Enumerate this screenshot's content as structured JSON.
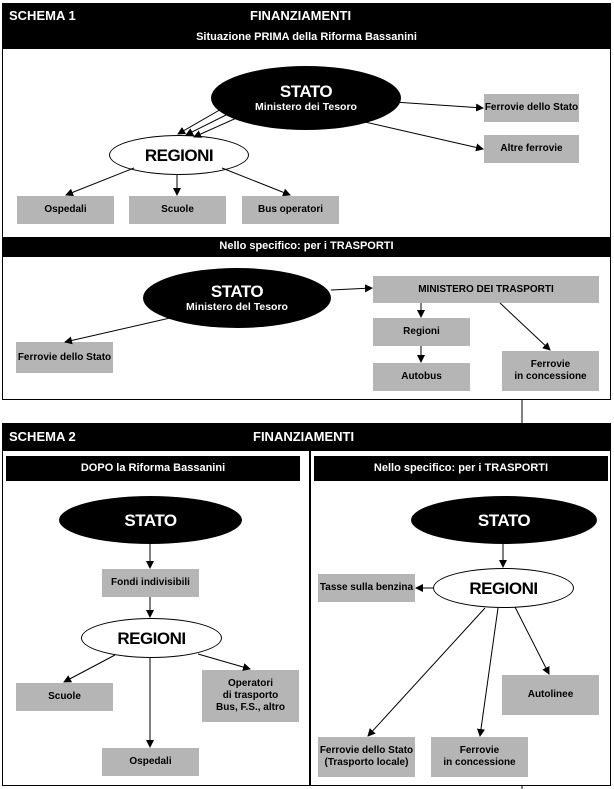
{
  "schema1": {
    "label": "SCHEMA 1",
    "title": "FINANZIAMENTI",
    "subtitle": "Situazione PRIMA della Riforma Bassanini",
    "stato": {
      "title": "STATO",
      "subtitle": "Ministero dei Tesoro"
    },
    "regioni": "REGIONI",
    "right_boxes": [
      "Ferrovie dello Stato",
      "Altre ferrovie"
    ],
    "region_boxes": [
      "Ospedali",
      "Scuole",
      "Bus operatori"
    ],
    "transport": {
      "header": "Nello specifico: per i TRASPORTI",
      "stato": {
        "title": "STATO",
        "subtitle": "Ministero del Tesoro"
      },
      "ministero": "MINISTERO DEI TRASPORTI",
      "ferrovie_stato": "Ferrovie dello Stato",
      "regioni": "Regioni",
      "autobus": "Autobus",
      "ferrovie_concessione": "Ferrovie\nin concessione"
    }
  },
  "schema2": {
    "label": "SCHEMA 2",
    "title": "FINANZIAMENTI",
    "left": {
      "header": "DOPO la Riforma Bassanini",
      "stato": "STATO",
      "fondi": "Fondi indivisibili",
      "regioni": "REGIONI",
      "scuole": "Scuole",
      "operatori": "Operatori\ndi trasporto\nBus, F.S., altro",
      "ospedali": "Ospedali"
    },
    "right": {
      "header": "Nello specifico: per i TRASPORTI",
      "stato": "STATO",
      "tasse": "Tasse sulla benzina",
      "regioni": "REGIONI",
      "autolinee": "Autolinee",
      "ferrovie_stato": "Ferrovie dello Stato\n(Trasporto locale)",
      "ferrovie_concessione": "Ferrovie\nin concessione"
    }
  },
  "colors": {
    "box_fill": "#b5b5b5",
    "bar_fill": "#000000",
    "background": "#ffffff"
  }
}
